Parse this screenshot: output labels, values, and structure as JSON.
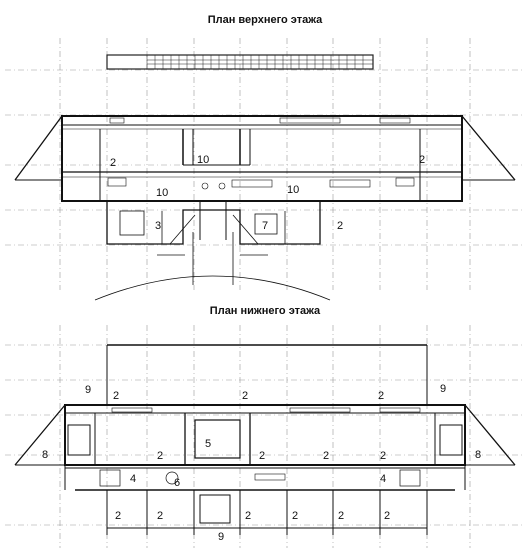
{
  "upper_plan": {
    "title": "План верхнего этажа",
    "room_labels": [
      "2",
      "10",
      "2",
      "10",
      "10",
      "3",
      "7",
      "2"
    ]
  },
  "lower_plan": {
    "title": "План нижнего этажа",
    "room_labels": [
      "9",
      "2",
      "2",
      "2",
      "9",
      "8",
      "5",
      "2",
      "2",
      "2",
      "2",
      "8",
      "4",
      "6",
      "4",
      "2",
      "2",
      "2",
      "2",
      "2",
      "2",
      "9"
    ]
  }
}
